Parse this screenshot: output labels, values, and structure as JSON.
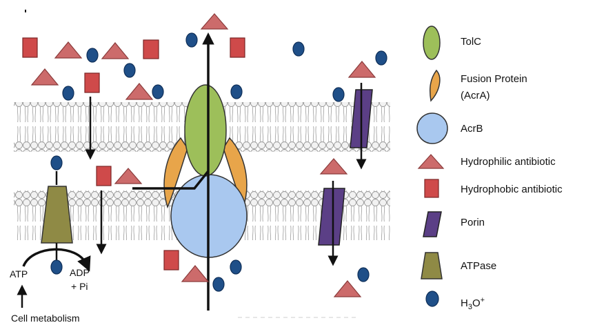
{
  "legend": {
    "tolc": "TolC",
    "fusion_protein_line1": "Fusion Protein",
    "fusion_protein_line2": "(AcrA)",
    "acrb": "AcrB",
    "hydrophilic": "Hydrophilic antibiotic",
    "hydrophobic": "Hydrophobic antibiotic",
    "porin": "Porin",
    "atpase": "ATPase",
    "h3o_main": "H",
    "h3o_sub": "3",
    "h3o_mid": "O",
    "h3o_sup": "+"
  },
  "diagram": {
    "atp": "ATP",
    "adp_line1": "ADP",
    "adp_line2": "+ Pi",
    "cell_metabolism": "Cell metabolism"
  },
  "colors": {
    "tolc": "#9dbf5a",
    "fusion": "#e8a54a",
    "acrb": "#a9c8ef",
    "hydrophilic": "#cc6b6b",
    "hydrophobic": "#cf4a4a",
    "porin": "#5b3f86",
    "atpase": "#8f8a45",
    "h3o": "#1f4f88"
  }
}
